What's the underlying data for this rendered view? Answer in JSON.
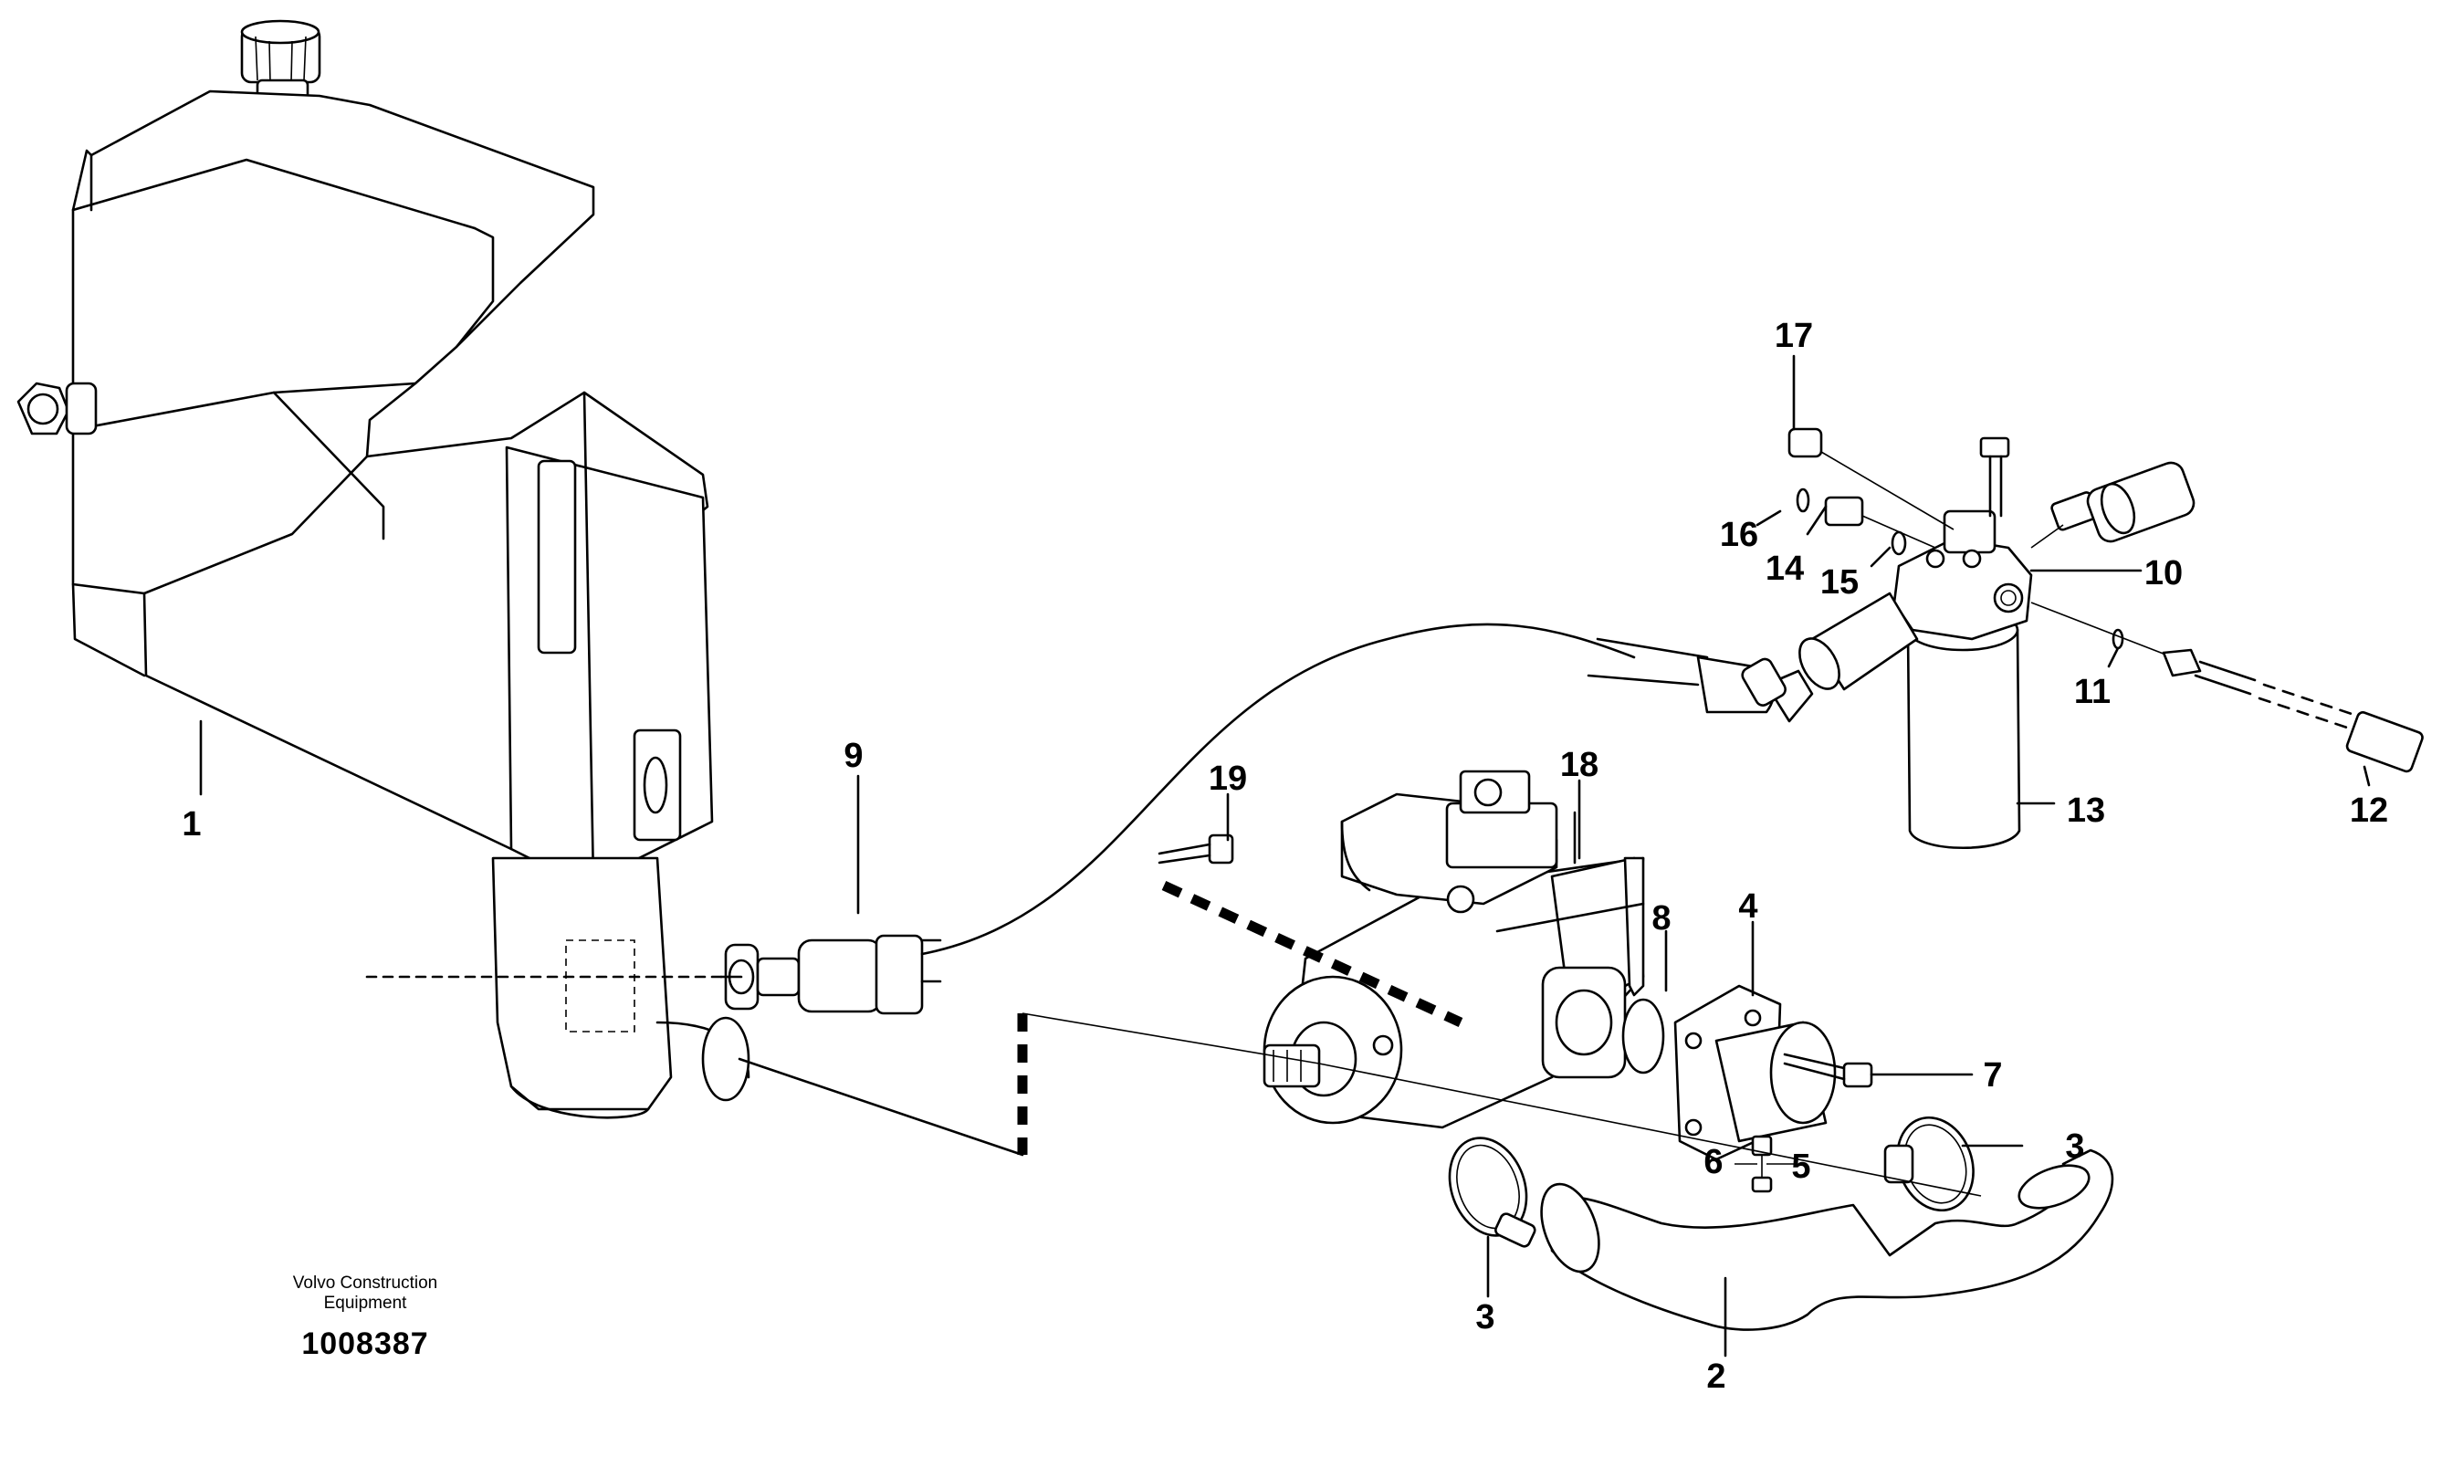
{
  "diagram": {
    "callouts": [
      "1",
      "2",
      "3",
      "3",
      "4",
      "5",
      "6",
      "7",
      "8",
      "9",
      "10",
      "11",
      "12",
      "13",
      "14",
      "15",
      "16",
      "17",
      "18",
      "19"
    ]
  },
  "footer": {
    "brand_line1": "Volvo Construction",
    "brand_line2": "Equipment",
    "document_number": "1008387"
  }
}
